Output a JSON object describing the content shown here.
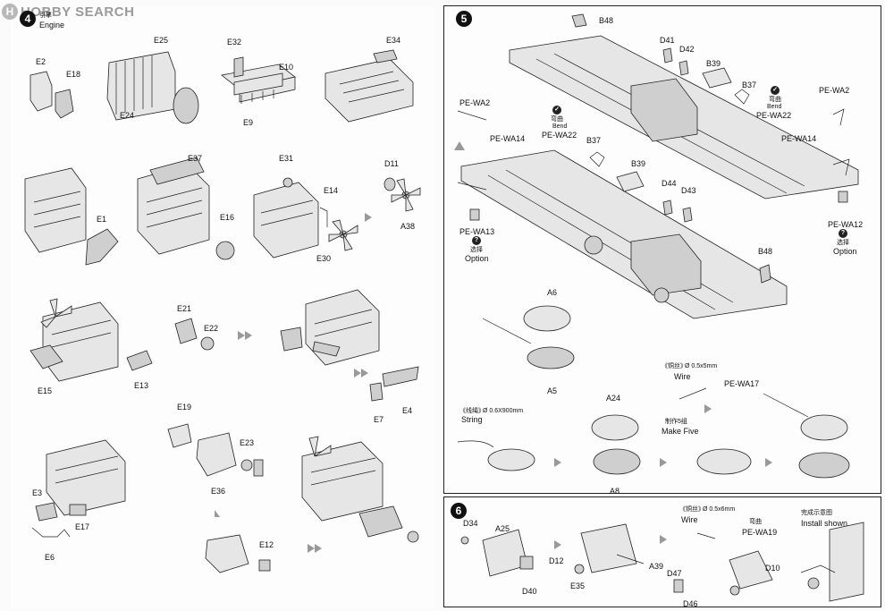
{
  "watermark": {
    "logo_letter": "H",
    "text": "HOBBY SEARCH"
  },
  "step4": {
    "number": "4",
    "title_cn": "引擎",
    "title_en": "Engine"
  },
  "step5": {
    "number": "5"
  },
  "step6": {
    "number": "6"
  },
  "left_labels": {
    "E25": "E25",
    "E32": "E32",
    "E10": "E10",
    "E34": "E34",
    "E2": "E2",
    "E18": "E18",
    "E24": "E24",
    "E9": "E9",
    "E37": "E37",
    "E31": "E31",
    "D11": "D11",
    "E14": "E14",
    "E1": "E1",
    "E16": "E16",
    "A38": "A38",
    "E30": "E30",
    "E21": "E21",
    "E22": "E22",
    "E15": "E15",
    "E13": "E13",
    "E7": "E7",
    "E4": "E4",
    "E19": "E19",
    "E23": "E23",
    "E36": "E36",
    "E3": "E3",
    "E17": "E17",
    "E6": "E6",
    "E12": "E12"
  },
  "step5_labels": {
    "B48a": "B48",
    "D41": "D41",
    "D42": "D42",
    "B39a": "B39",
    "B37a": "B37",
    "PE_WA2a": "PE-WA2",
    "PE_WA14a": "PE-WA14",
    "bend1_cn": "弯曲",
    "bend1_en": "Bend",
    "PE_WA22a": "PE-WA22",
    "B37b": "B37",
    "B39b": "B39",
    "bend2_cn": "弯曲",
    "bend2_en": "Bend",
    "PE_WA22b": "PE-WA22",
    "PE_WA2b": "PE-WA2",
    "PE_WA14b": "PE-WA14",
    "D44": "D44",
    "D43": "D43",
    "PE_WA13": "PE-WA13",
    "option1_cn": "选择",
    "option1_en": "Option",
    "PE_WA12": "PE-WA12",
    "option2_cn": "选择",
    "option2_en": "Option",
    "B48b": "B48",
    "A6": "A6",
    "A5": "A5",
    "wire1_cn": "《铜丝》",
    "wire1_spec": "Ø 0.5x5mm",
    "wire1_en": "Wire",
    "PE_WA17": "PE-WA17",
    "string_cn": "《线绳》",
    "string_spec": "Ø 0.6X900mm",
    "string_en": "String",
    "A24": "A24",
    "make5_cn": "制作5组",
    "make5_en": "Make Five",
    "A8": "A8"
  },
  "step6_labels": {
    "D34": "D34",
    "A25": "A25",
    "D12": "D12",
    "D40": "D40",
    "E35": "E35",
    "wire2_cn": "《铜丝》",
    "wire2_spec": "Ø 0.5x6mm",
    "wire2_en": "Wire",
    "bend3_cn": "弯曲",
    "PE_WA19": "PE-WA19",
    "A39": "A39",
    "D47": "D47",
    "D46": "D46",
    "D10": "D10",
    "install_cn": "完成示意图",
    "install_en": "Install shown"
  }
}
